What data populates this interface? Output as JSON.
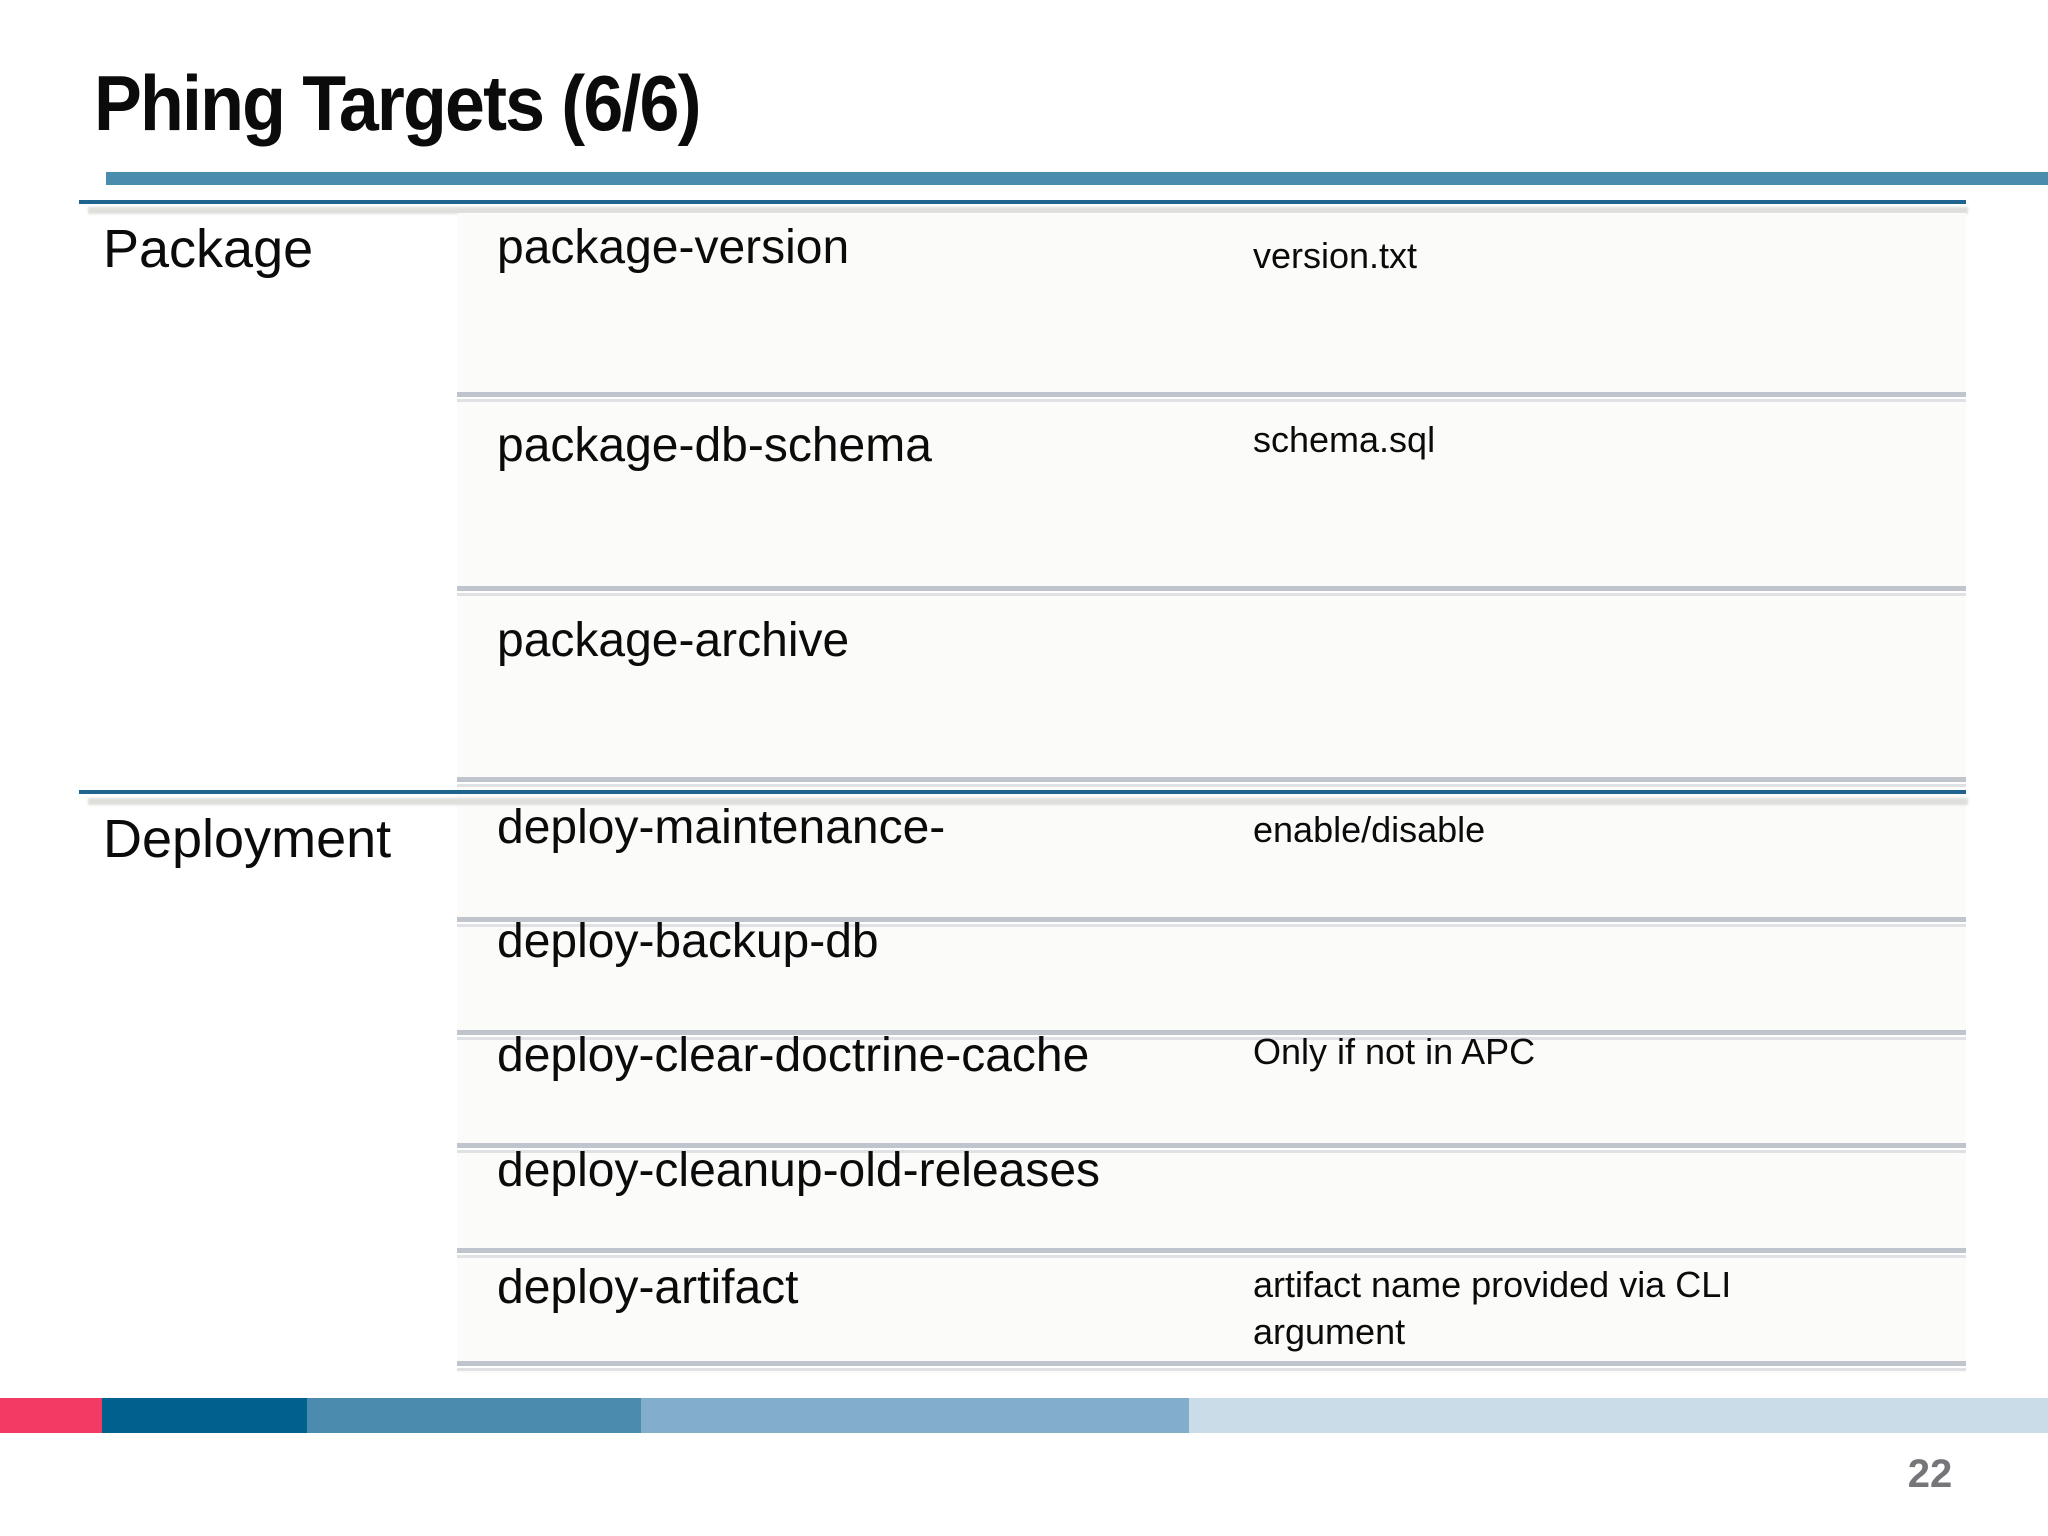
{
  "slide": {
    "title": "Phing Targets (6/6)",
    "page_number": "22"
  },
  "table": {
    "sections": [
      {
        "label": "Package",
        "rows": [
          {
            "target": "package-version",
            "description": "version.txt"
          },
          {
            "target": "package-db-schema",
            "description": "schema.sql"
          },
          {
            "target": "package-archive",
            "description": ""
          }
        ]
      },
      {
        "label": "Deployment",
        "rows": [
          {
            "target": "deploy-maintenance-",
            "description": "enable/disable"
          },
          {
            "target": "deploy-backup-db",
            "description": ""
          },
          {
            "target": "deploy-clear-doctrine-cache",
            "description": "Only if not in APC"
          },
          {
            "target": "deploy-cleanup-old-releases",
            "description": ""
          },
          {
            "target": "deploy-artifact",
            "description": "artifact name provided via CLI argument"
          }
        ]
      }
    ]
  },
  "colors": {
    "title_text": "#0b0b0b",
    "rule_teal": "#4a8cad",
    "rule_blue": "#1e648e",
    "separator_gray": "#c0c5cd",
    "separator_shadow": "#dfe1e4",
    "footer_bar": [
      "#f23a64",
      "#02608e",
      "#4a8bae",
      "#83aecb",
      "#c9dce8"
    ],
    "page_number_gray": "#757679"
  }
}
